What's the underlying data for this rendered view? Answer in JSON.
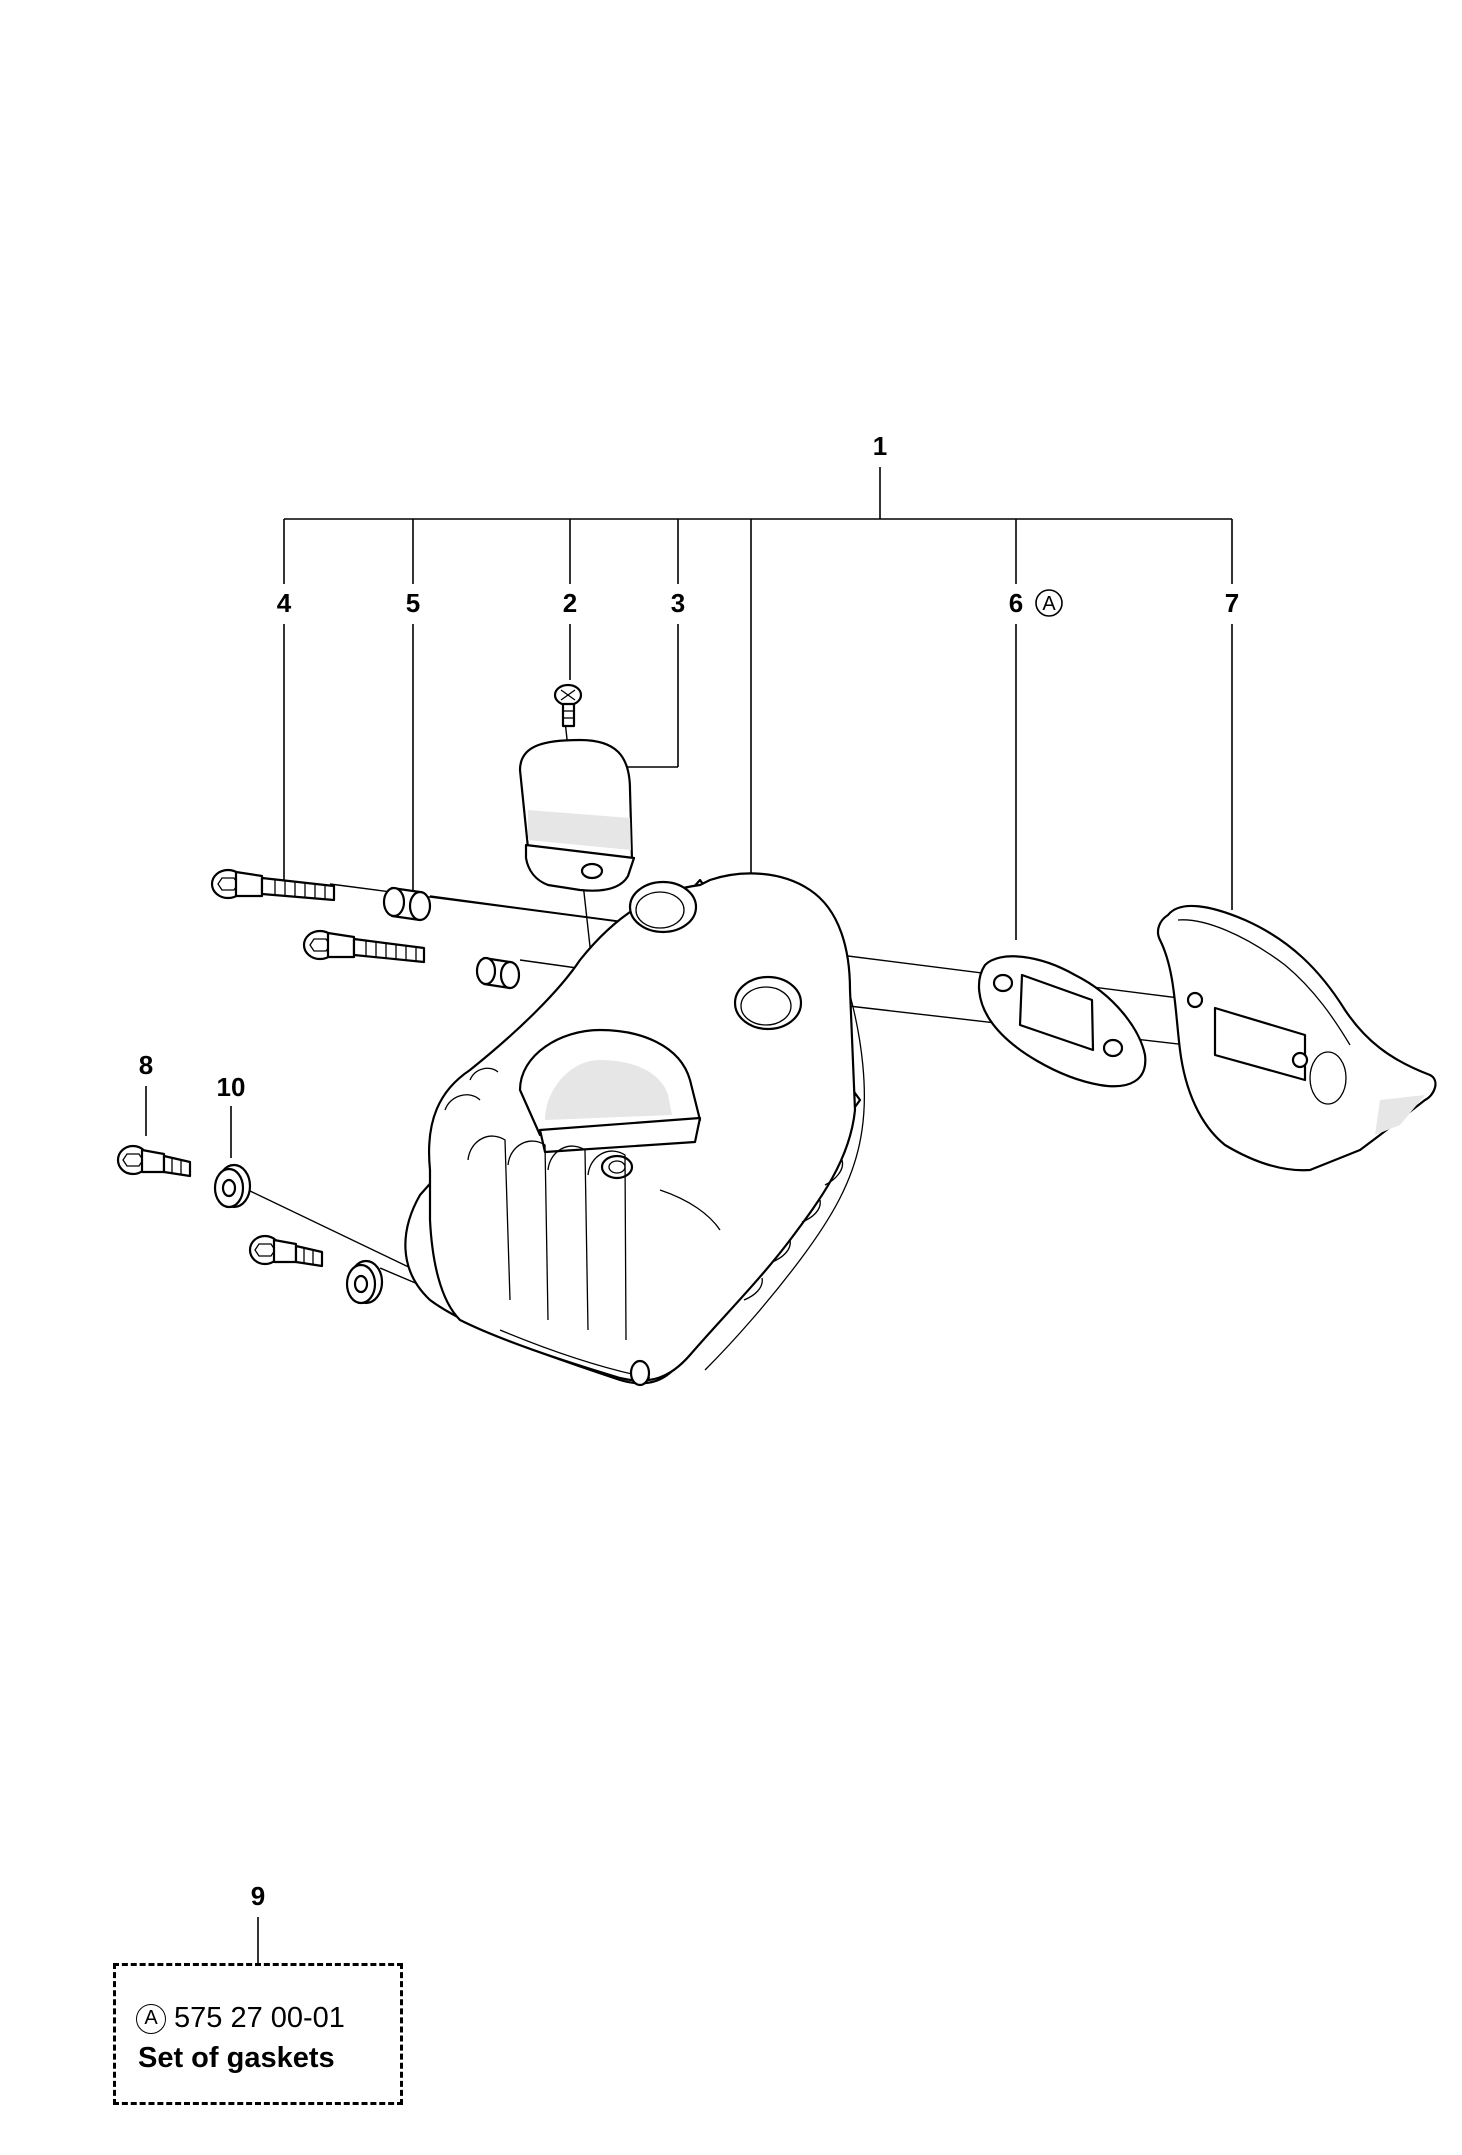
{
  "callouts": {
    "c1": "1",
    "c2": "2",
    "c3": "3",
    "c4": "4",
    "c5": "5",
    "c6": "6",
    "c7": "7",
    "c8": "8",
    "c9": "9",
    "c10": "10"
  },
  "gasket_marker": "A",
  "kit": {
    "marker": "A",
    "part_number": "575 27 00-01",
    "name": "Set of gaskets"
  }
}
